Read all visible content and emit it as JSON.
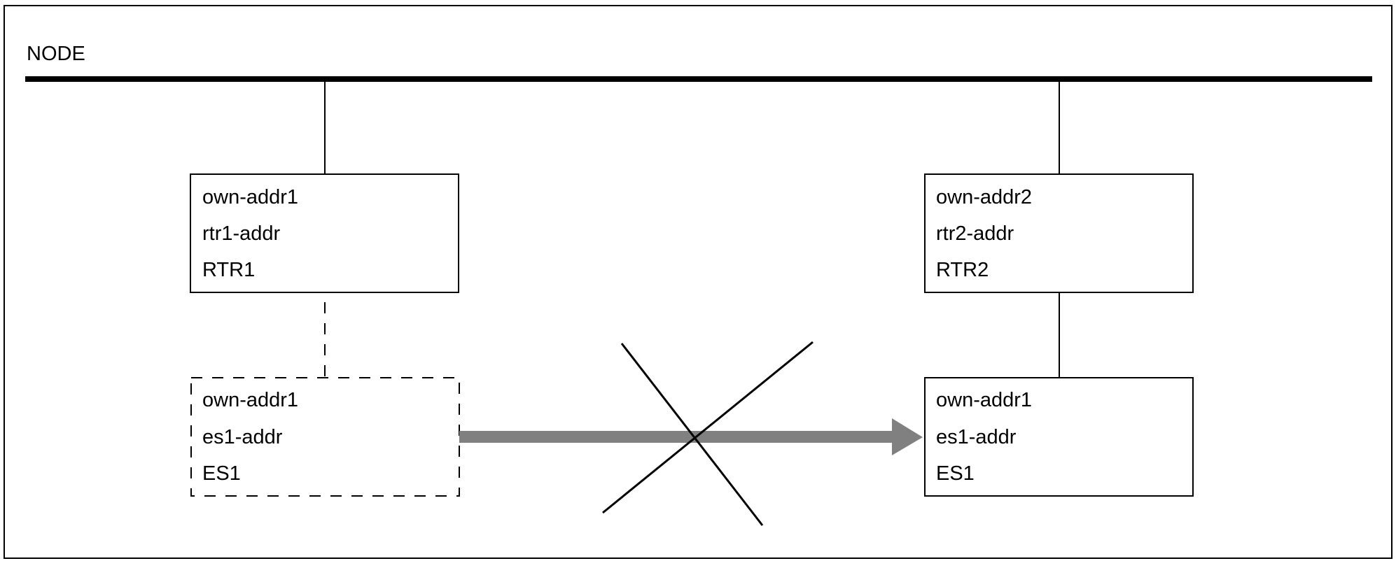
{
  "bus": {
    "label": "NODE"
  },
  "rtr1": {
    "line1": "own-addr1",
    "line2": "rtr1-addr",
    "line3": "RTR1"
  },
  "rtr2": {
    "line1": "own-addr2",
    "line2": "rtr2-addr",
    "line3": "RTR2"
  },
  "es1_old": {
    "line1": "own-addr1",
    "line2": "es1-addr",
    "line3": "ES1",
    "style": "dashed"
  },
  "es1_new": {
    "line1": "own-addr1",
    "line2": "es1-addr",
    "line3": "ES1"
  },
  "migration": {
    "arrow_color": "#808080",
    "blocked": true
  }
}
